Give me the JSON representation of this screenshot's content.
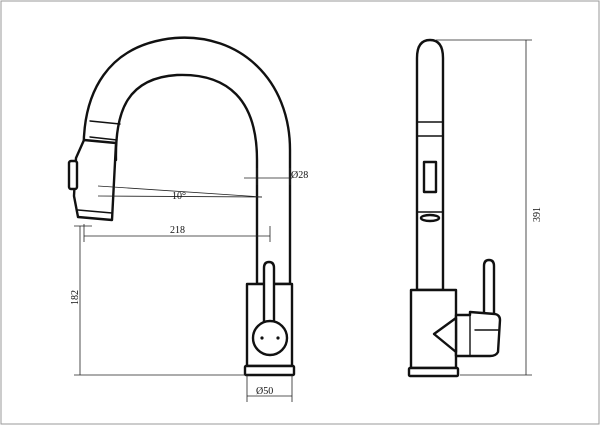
{
  "dimensions": {
    "spray_angle": "10°",
    "spout_diameter": "Ø28",
    "reach": "218",
    "base_height": "182",
    "base_diameter": "Ø50",
    "total_height": "391"
  },
  "colors": {
    "line": "#111111",
    "frame": "#9a9a9a",
    "background": "#ffffff"
  }
}
